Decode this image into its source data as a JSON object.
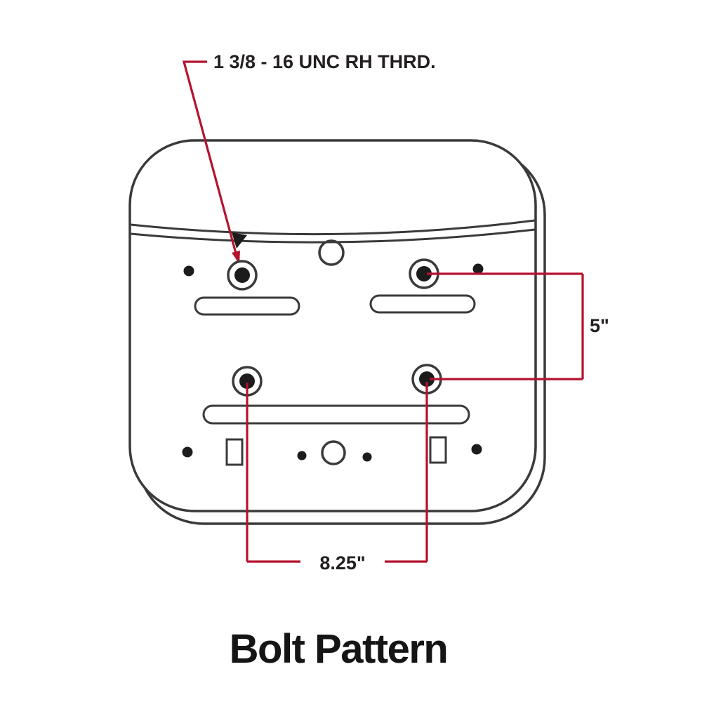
{
  "diagram": {
    "thread_label": "1 3/8 - 16 UNC RH THRD.",
    "dim_height_label": "5\"",
    "dim_width_label": "8.25\"",
    "title": "Bolt Pattern",
    "colors": {
      "outline": "#3a3a3a",
      "dimension_red": "#b5122f",
      "label_text": "#231f20",
      "title_text": "#151515"
    }
  }
}
